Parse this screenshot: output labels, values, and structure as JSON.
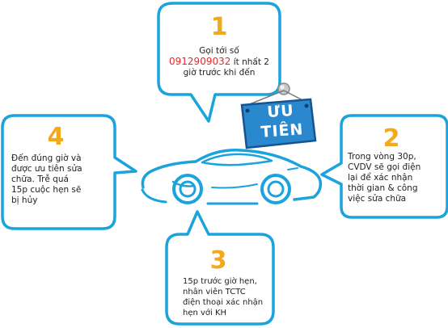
{
  "colors": {
    "bubble_border": "#1aa3dc",
    "number": "#f2a91b",
    "phone": "#e8262b",
    "sign_blue": "#1c6fb5",
    "car_stroke": "#1aa3dc"
  },
  "steps": [
    {
      "number": "1",
      "line1_prefix": "Gọi tới số",
      "phone": "0912909032",
      "line2_suffix": " ít nhất 2",
      "line3": "giờ trước khi đến"
    },
    {
      "number": "2",
      "lines": [
        "Trong vòng 30p,",
        "CVDV sẽ gọi điện",
        "lại để xác nhận",
        "thời gian & công",
        "việc sửa chữa"
      ]
    },
    {
      "number": "3",
      "lines": [
        "15p trước giờ hẹn,",
        "nhân viên TCTC",
        "điện thoại xác nhận",
        "hẹn với KH"
      ]
    },
    {
      "number": "4",
      "lines": [
        "Đến đúng giờ và",
        "được ưu tiên sửa",
        "chữa. Trễ quá",
        "15p cuộc hẹn sẽ",
        "bị hủy"
      ]
    }
  ],
  "sign": {
    "line1": "ƯU",
    "line2": "TIÊN"
  },
  "icons": [
    "car-icon",
    "priority-sign-icon"
  ]
}
